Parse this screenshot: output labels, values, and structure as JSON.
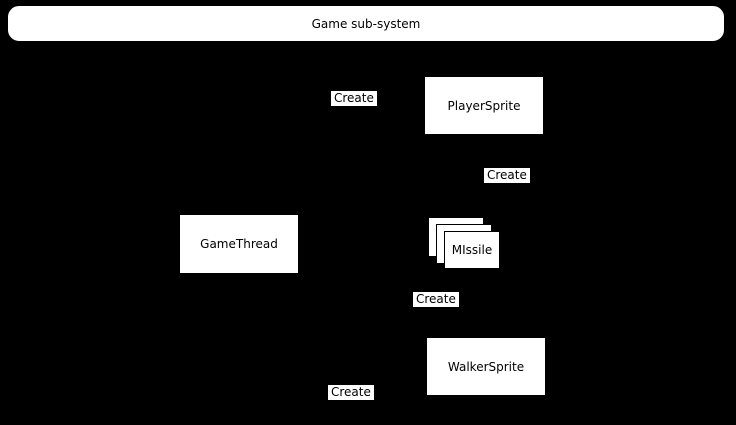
{
  "diagram": {
    "title": "Game sub-system",
    "nodes": {
      "game_thread": "GameThread",
      "player_sprite": "PlayerSprite",
      "missile": "MIssile",
      "walker_sprite": "WalkerSprite"
    },
    "edge_labels": [
      "Create",
      "Create",
      "Create",
      "Create"
    ]
  }
}
